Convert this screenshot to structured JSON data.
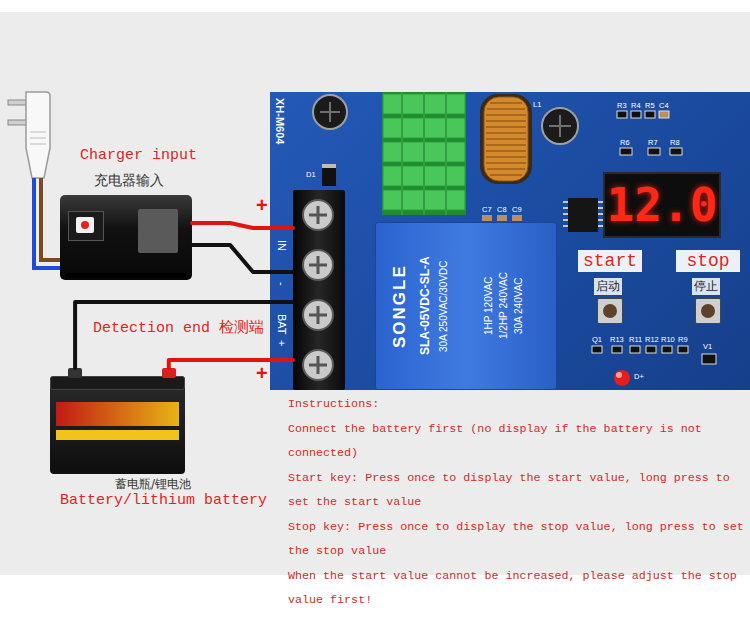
{
  "diagram": {
    "nodes": [
      {
        "text": [
          "Charger input",
          "充电器输入"
        ]
      },
      {
        "text": [
          "XH-M604"
        ]
      },
      {
        "text": [
          "IN",
          "-",
          "BAT",
          "+"
        ],
        "in": 1
      },
      {
        "text": [
          "SONGLE",
          "SLA-05VDC-SL-A",
          "30A 250VAC/30VDC",
          "1HP 120VAC",
          "1/2HP 240VAC",
          "30A 240VAC"
        ],
        "in": 1
      },
      {
        "text": [
          "12.0"
        ],
        "in": 1
      },
      {
        "text": [
          "start",
          "启动"
        ],
        "in": 1
      },
      {
        "text": [
          "stop",
          "停止"
        ],
        "in": 1
      },
      {
        "text": [
          "蓄电瓶/锂电池",
          "Battery/lithium battery"
        ]
      }
    ],
    "edges": [
      {
        "from": 0,
        "to": 2,
        "arrow": "none"
      },
      {
        "from": 0,
        "to": 2,
        "arrow": "none"
      },
      {
        "from": 7,
        "to": 2,
        "label": "Detection end 检测端",
        "arrow": "none"
      },
      {
        "from": 7,
        "to": 2,
        "arrow": "none"
      }
    ],
    "labels": [
      "+",
      "+",
      "D1",
      "L1",
      "C7",
      "C8",
      "C9",
      "R3",
      "R4",
      "R5",
      "C4",
      "R6",
      "R7",
      "R8",
      "Q1",
      "R13",
      "R11",
      "R12",
      "R10",
      "R9",
      "V1",
      "D+",
      "Instructions:",
      "Connect the battery first (no display if the battery is not connected)",
      "Start key: Press once to display the start value, long press to set the start value",
      "Stop key: Press once to display the stop value, long press to set the stop value",
      "When the start value cannot be increased, please adjust the stop value first!"
    ]
  }
}
